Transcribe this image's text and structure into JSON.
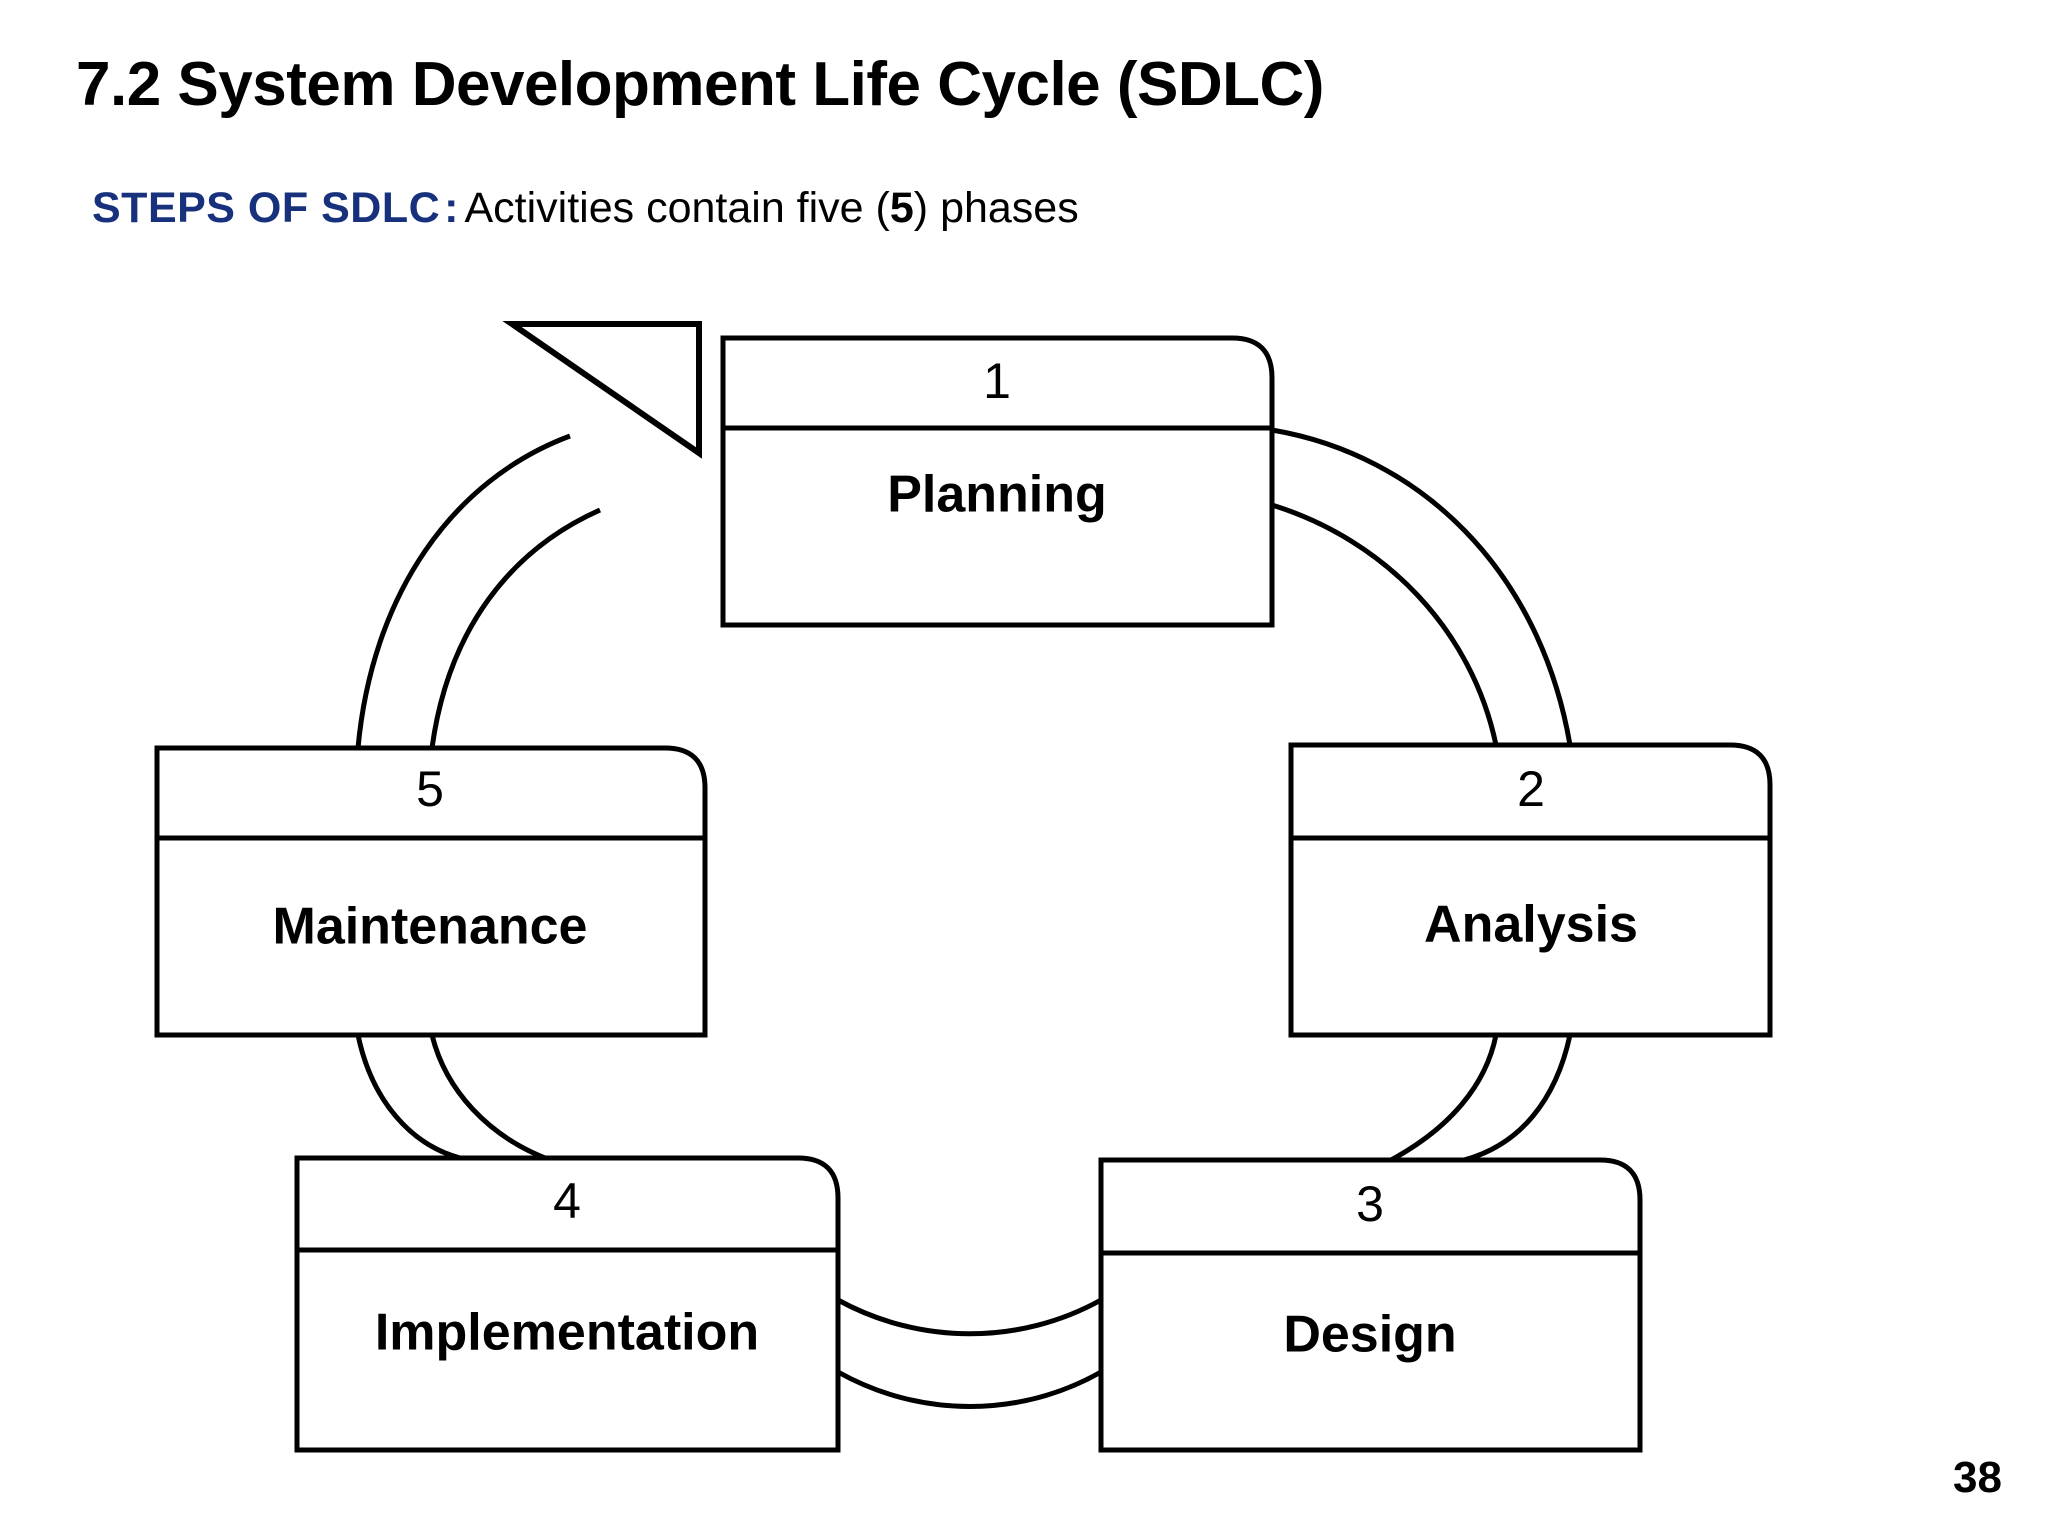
{
  "slide": {
    "title": "7.2  System Development Life Cycle (SDLC)",
    "subtitle_lead": "STEPS OF SDLC",
    "subtitle_colon": ":",
    "subtitle_rest_before": "Activities contain five (",
    "subtitle_rest_bold": "5",
    "subtitle_rest_after": ") phases",
    "page_number": "38",
    "accent_color": "#17317C",
    "text_color": "#000000",
    "background_color": "#FFFFFF",
    "line_color": "#000000"
  },
  "diagram": {
    "type": "cycle",
    "description": "Circular SDLC cycle with five numbered phase boxes connected by a double-line ring and one open arrowhead pointing clockwise into Planning",
    "phases": [
      {
        "number": "1",
        "label": "Planning"
      },
      {
        "number": "2",
        "label": "Analysis"
      },
      {
        "number": "3",
        "label": "Design"
      },
      {
        "number": "4",
        "label": "Implementation"
      },
      {
        "number": "5",
        "label": "Maintenance"
      }
    ],
    "flow_order": [
      "Planning",
      "Analysis",
      "Design",
      "Implementation",
      "Maintenance",
      "Planning"
    ],
    "arrow_direction": "clockwise"
  }
}
